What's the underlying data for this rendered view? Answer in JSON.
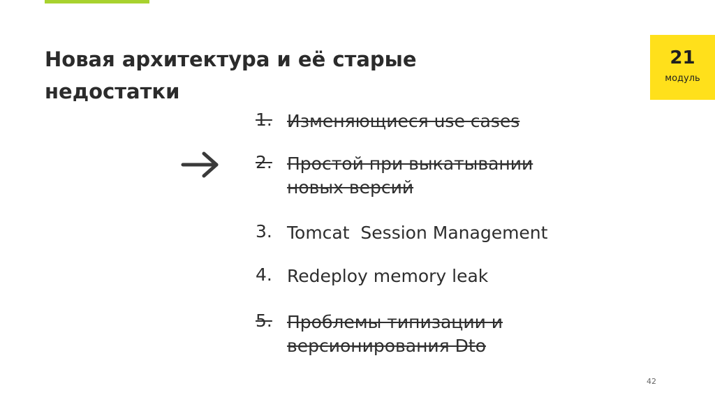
{
  "slide": {
    "title": "Новая архитектура и её старые недостатки",
    "module": {
      "number": "21",
      "label": "модуль"
    },
    "page_number": "42",
    "accent_color": "#a8d22f",
    "badge_color": "#ffe01b",
    "arrow_icon": "arrow-right-icon",
    "items": [
      {
        "num": "1.",
        "text": "Изменяющиеся use cases",
        "struck": true
      },
      {
        "num": "2.",
        "text": "Простой при выкатывании новых версий",
        "struck": true
      },
      {
        "num": "3.",
        "text": "Tomcat  Session Management",
        "struck": false
      },
      {
        "num": "4.",
        "text": "Redeploy memory leak",
        "struck": false
      },
      {
        "num": "5.",
        "text": "Проблемы типизации и версионирования Dto",
        "struck": true
      }
    ]
  }
}
